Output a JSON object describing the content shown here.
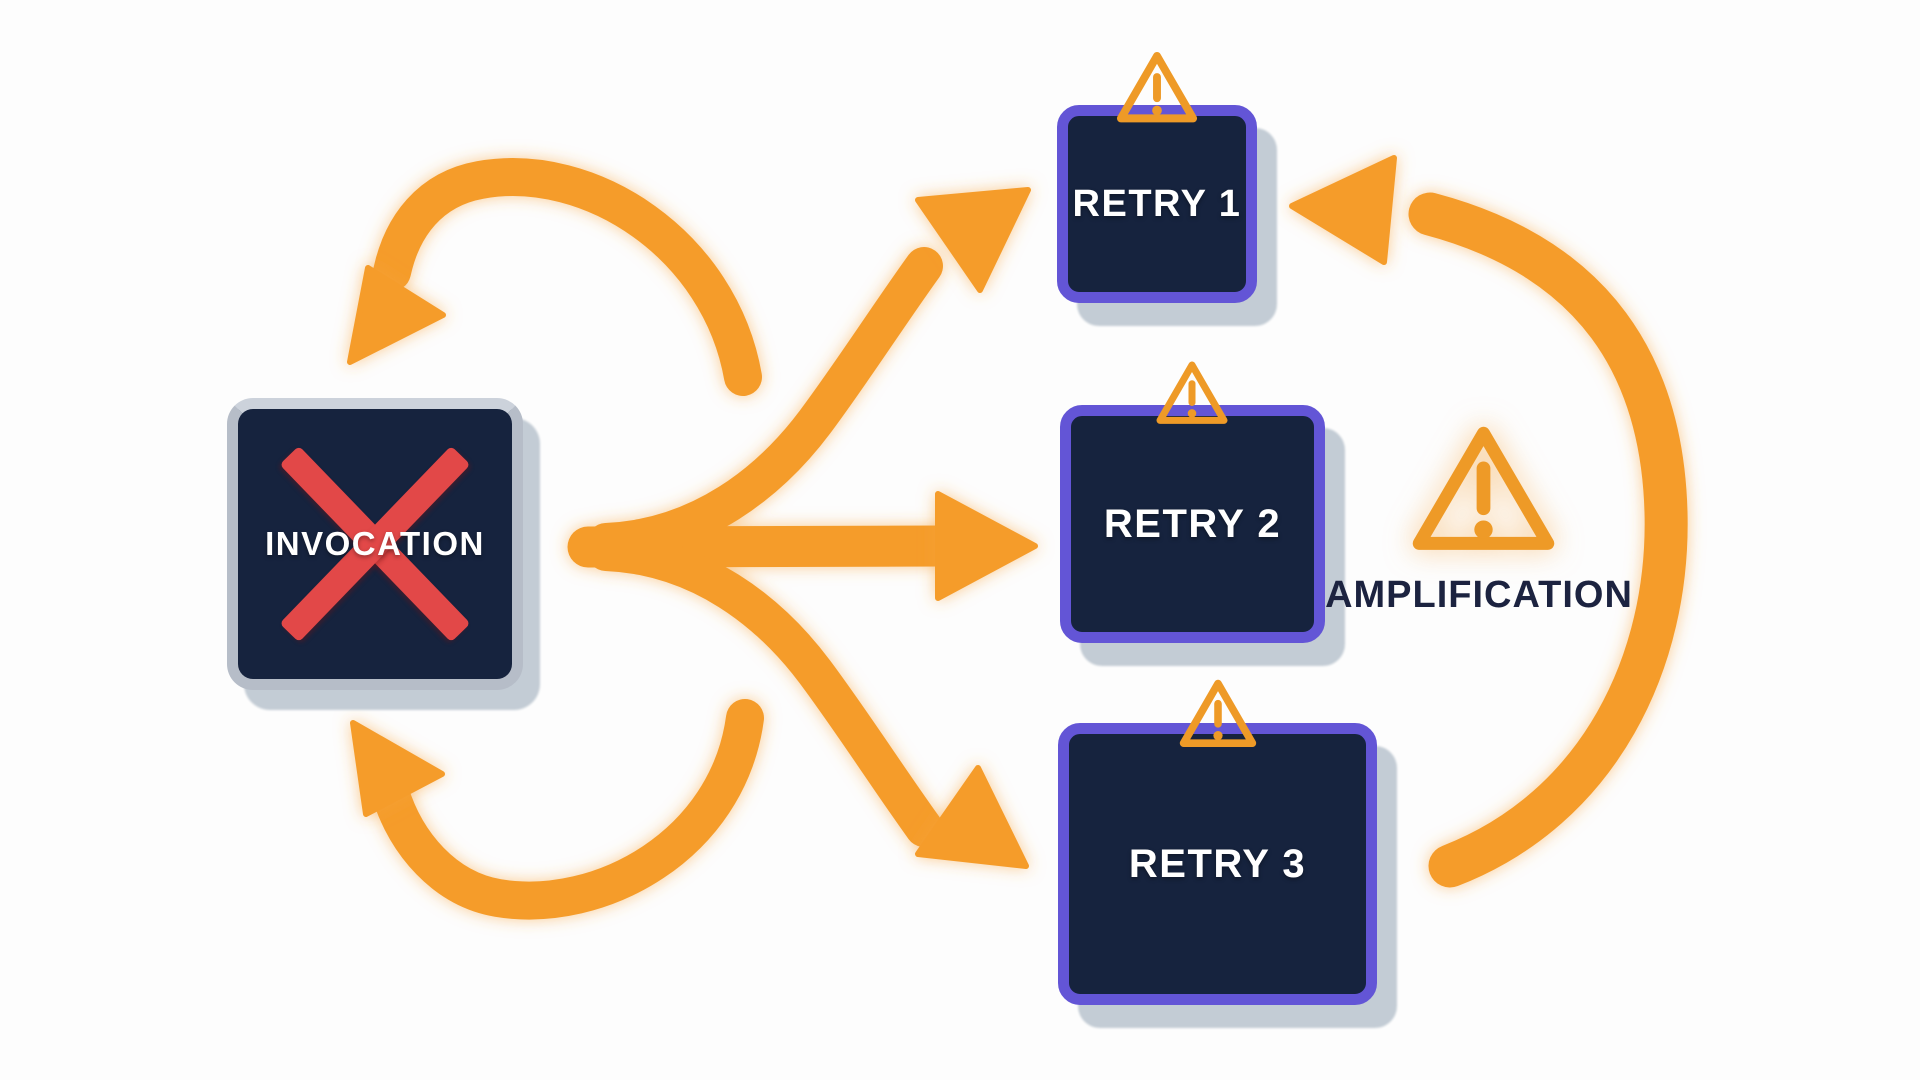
{
  "diagram": {
    "invocation": {
      "label": "INVOCATION",
      "icon": "failure-x-icon"
    },
    "retries": [
      {
        "label": "RETRY 1",
        "icon": "warning-triangle-icon"
      },
      {
        "label": "RETRY 2",
        "icon": "warning-triangle-icon"
      },
      {
        "label": "RETRY 3",
        "icon": "warning-triangle-icon"
      }
    ],
    "amplification": {
      "label": "AMPLIFICATION",
      "icon": "warning-triangle-icon"
    },
    "arrows": [
      "loop-arrow-top-left",
      "loop-arrow-bottom-left",
      "fork-arrow-to-retry-1",
      "fork-arrow-to-retry-2",
      "fork-arrow-to-retry-3",
      "amplification-return-arc"
    ]
  },
  "colors": {
    "orange": "#f59c2c",
    "orange_deep": "#ee9a27",
    "navy": "#16233e",
    "purple": "#6355d6",
    "silver": "#b6bdc8",
    "shadow": "#c3ccd5",
    "red": "#e24848",
    "text_light": "#ffffff",
    "text_dark": "#1c2340",
    "background": "#fdfdfd"
  }
}
